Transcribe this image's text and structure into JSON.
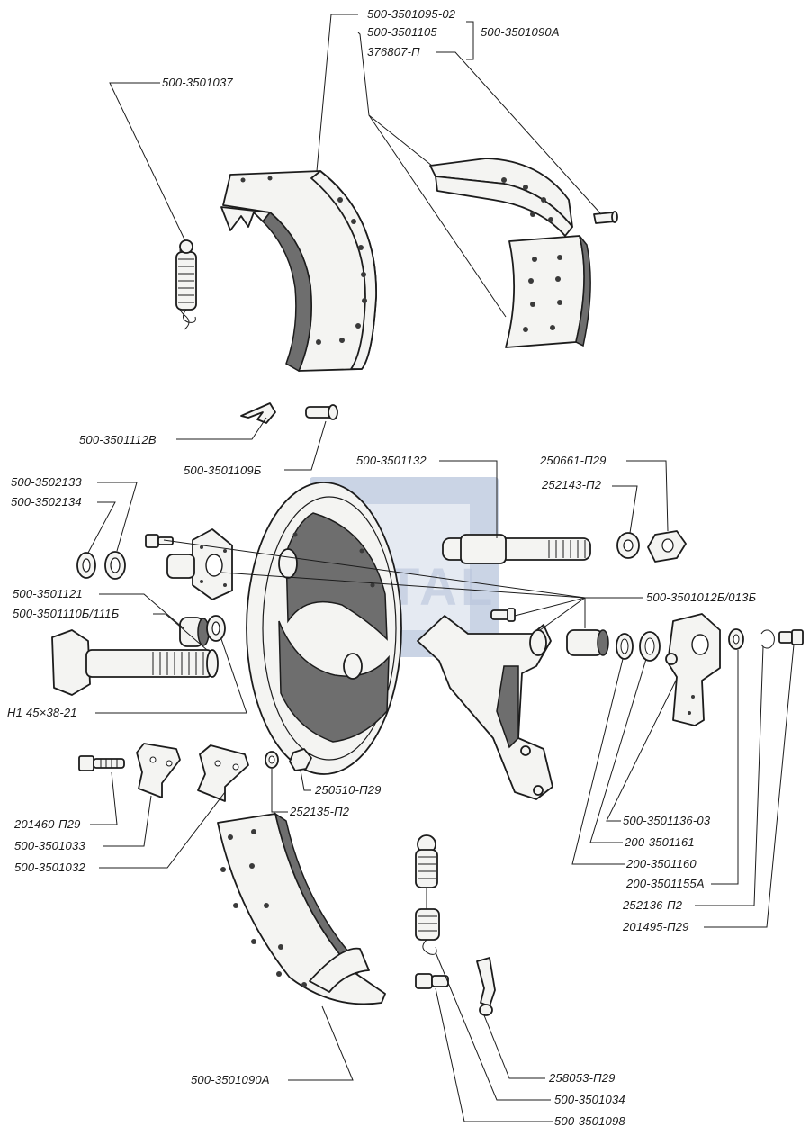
{
  "watermark": "SAMTAL",
  "labels": {
    "l1": "500-3501095-02",
    "l2": "500-3501105",
    "l3": "376807-П",
    "l4": "500-3501090А",
    "l5": "500-3501037",
    "l6": "500-3501112В",
    "l7": "500-3501109Б",
    "l8": "500-3501132",
    "l9": "250661-П29",
    "l10": "252143-П2",
    "l11": "500-3502133",
    "l12": "500-3502134",
    "l13": "500-3501121",
    "l14": "500-3501110Б/111Б",
    "l15": "500-3501012Б/013Б",
    "l16": "Н1 45×38-21",
    "l17": "250510-П29",
    "l18": "252135-П2",
    "l19": "201460-П29",
    "l20": "500-3501033",
    "l21": "500-3501032",
    "l22": "500-3501136-03",
    "l23": "200-3501161",
    "l24": "200-3501160",
    "l25": "200-3501155А",
    "l26": "252136-П2",
    "l27": "201495-П29",
    "l28": "500-3501090А",
    "l29": "258053-П29",
    "l30": "500-3501034",
    "l31": "500-3501098"
  }
}
